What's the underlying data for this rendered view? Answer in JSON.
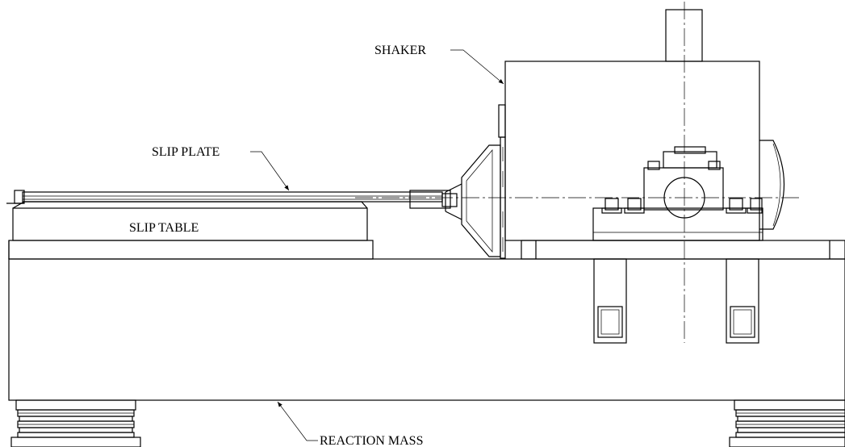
{
  "labels": {
    "shaker": "SHAKER",
    "slip_plate": "SLIP PLATE",
    "slip_table": "SLIP TABLE",
    "reaction_mass": "REACTION MASS"
  }
}
